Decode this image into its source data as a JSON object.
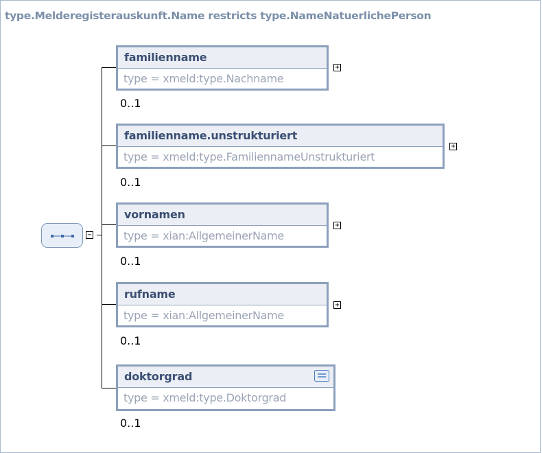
{
  "title": "type.Melderegisterauskunft.Name restricts type.NameNatuerlichePerson",
  "elements": [
    {
      "name": "familienname",
      "type": "type = xmeld:type.Nachname",
      "cardinality": "0..1",
      "expand_icon": "plus-icon"
    },
    {
      "name": "familienname.unstrukturiert",
      "type": "type = xmeld:type.FamiliennameUnstrukturiert",
      "cardinality": "0..1",
      "expand_icon": "plus-icon"
    },
    {
      "name": "vornamen",
      "type": "type = xian:AllgemeinerName",
      "cardinality": "0..1",
      "expand_icon": "plus-icon"
    },
    {
      "name": "rufname",
      "type": "type = xian:AllgemeinerName",
      "cardinality": "0..1",
      "expand_icon": "plus-icon"
    },
    {
      "name": "doktorgrad",
      "type": "type = xmeld:type.Doktorgrad",
      "cardinality": "0..1",
      "doc_icon": "documentation-icon"
    }
  ],
  "sequence": {
    "icon": "sequence-icon",
    "collapse_icon": "minus-icon"
  },
  "colors": {
    "title": "#7b8fa8",
    "border": "#8c9fbc",
    "header_bg": "#ebeef4",
    "name": "#3b4f74",
    "type": "#9ba4b6"
  }
}
